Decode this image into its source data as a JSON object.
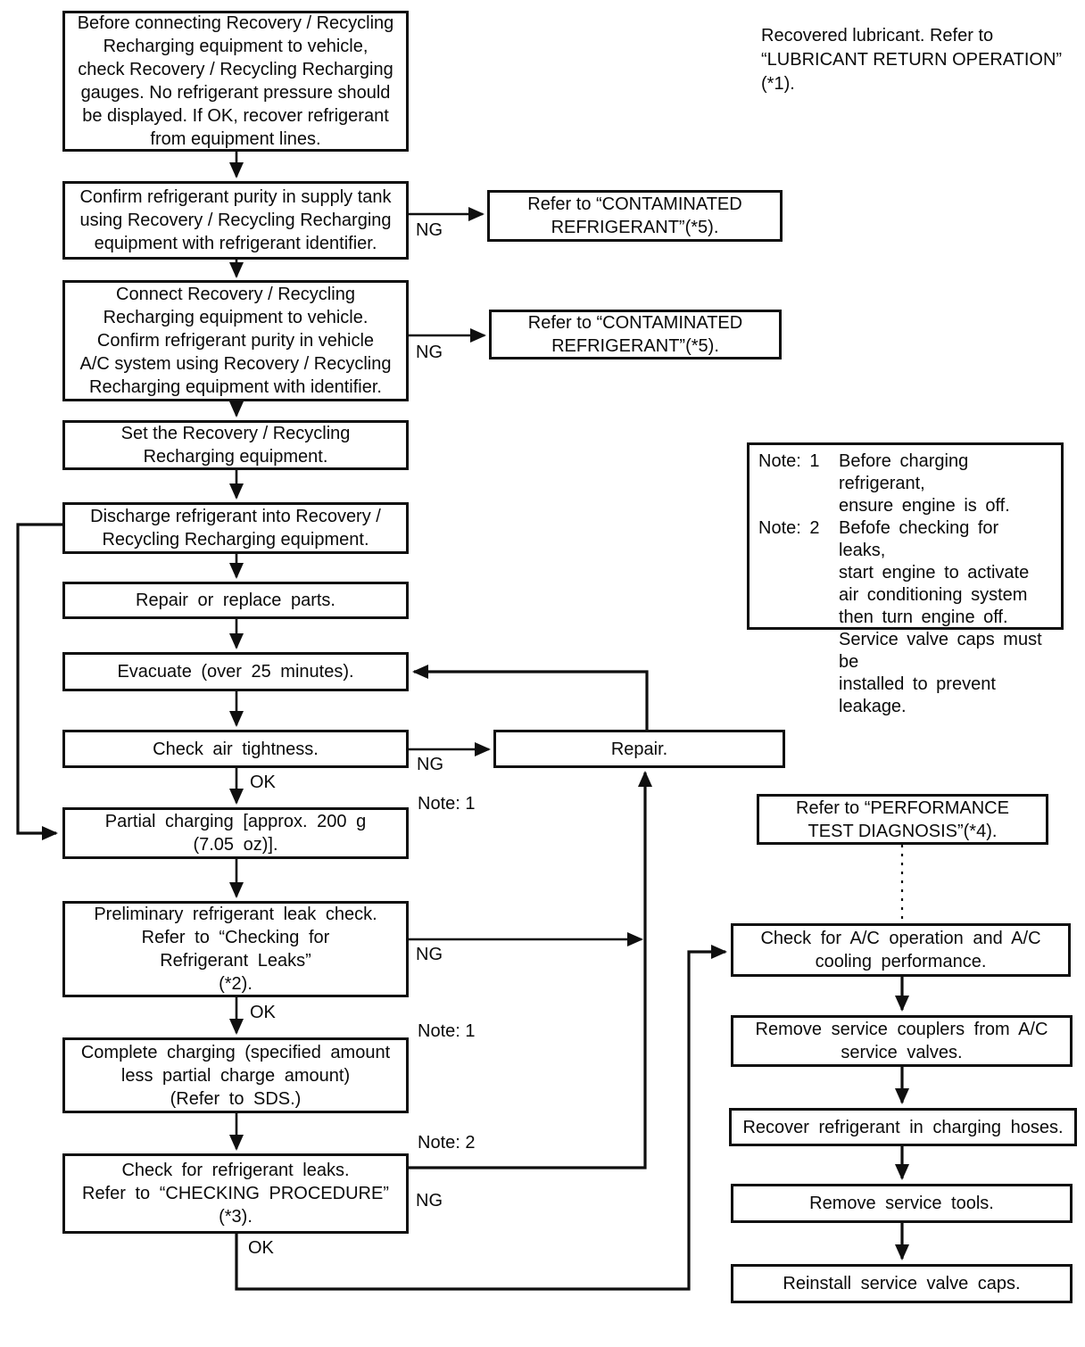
{
  "annotation": {
    "lubricant": "Recovered lubricant. Refer to\n“LUBRICANT RETURN OPERATION”\n(*1)."
  },
  "labels": {
    "ng": "NG",
    "ok": "OK",
    "note1": "Note: 1",
    "note2": "Note: 2"
  },
  "boxes": {
    "precheck": {
      "text": "Before connecting Recovery / Recycling\nRecharging equipment to vehicle,\ncheck Recovery / Recycling Recharging\ngauges. No refrigerant pressure should\nbe displayed. If OK, recover refrigerant\nfrom equipment lines."
    },
    "purity_supply": {
      "text": "Confirm refrigerant purity in supply tank\nusing Recovery / Recycling Recharging\nequipment with refrigerant identifier."
    },
    "contaminated_1": {
      "text": "Refer to “CONTAMINATED\nREFRIGERANT”(*5)."
    },
    "connect_vehicle": {
      "text": "Connect Recovery / Recycling\nRecharging equipment to vehicle.\nConfirm refrigerant purity in vehicle\nA/C system using Recovery / Recycling\nRecharging equipment with identifier."
    },
    "contaminated_2": {
      "text": "Refer to “CONTAMINATED\nREFRIGERANT”(*5)."
    },
    "set_equipment": {
      "text": "Set the Recovery / Recycling\nRecharging equipment."
    },
    "discharge": {
      "text": "Discharge refrigerant into Recovery /\nRecycling Recharging equipment."
    },
    "repair_replace": {
      "text": "Repair or replace parts."
    },
    "evacuate": {
      "text": "Evacuate (over 25 minutes)."
    },
    "air_tightness": {
      "text": "Check air tightness."
    },
    "repair": {
      "text": "Repair."
    },
    "partial_charging": {
      "text": "Partial charging [approx. 200 g\n(7.05 oz)]."
    },
    "preliminary_leak": {
      "text": "Preliminary refrigerant leak check.\nRefer to “Checking for\nRefrigerant Leaks”\n(*2)."
    },
    "complete_charging": {
      "text": "Complete charging (specified amount\nless partial charge amount)\n(Refer to SDS.)"
    },
    "leak_check": {
      "text": "Check for refrigerant leaks.\nRefer to “CHECKING PROCEDURE”\n(*3)."
    },
    "performance": {
      "text": "Refer to “PERFORMANCE\nTEST DIAGNOSIS”(*4)."
    },
    "ac_operation": {
      "text": "Check for A/C operation and A/C\ncooling performance."
    },
    "remove_couplers": {
      "text": "Remove service couplers from A/C\nservice valves."
    },
    "recover_hoses": {
      "text": "Recover refrigerant in charging hoses."
    },
    "remove_tools": {
      "text": "Remove service tools."
    },
    "reinstall_caps": {
      "text": "Reinstall service valve caps."
    }
  },
  "notes": {
    "n1": {
      "label": "Note: 1",
      "text": "Before charging refrigerant,\nensure engine is off."
    },
    "n2": {
      "label": "Note: 2",
      "text": "Befofe checking for leaks,\nstart engine to activate\nair conditioning system\nthen turn engine off.\nService valve caps must be\ninstalled to prevent leakage."
    }
  }
}
